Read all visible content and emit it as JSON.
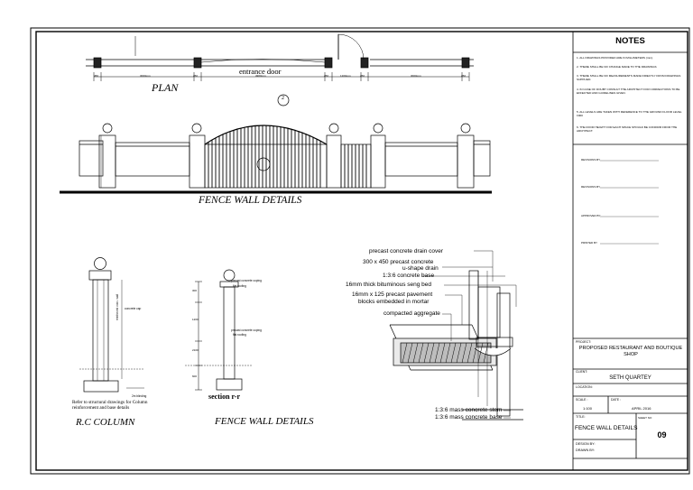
{
  "titles": {
    "plan": "PLAN",
    "entrance_door": "entrance door",
    "section_marker": "2",
    "fence_wall_details_elevation": "FENCE WALL DETAILS",
    "rc_column": "R.C COLUMN",
    "section_label": "section r-r",
    "fence_wall_details_section": "FENCE WALL DETAILS"
  },
  "plan_dimensions": [
    "450",
    "3000mm",
    "450",
    "4900mm",
    "450",
    "1200mm",
    "450",
    "3000mm",
    "450"
  ],
  "rc_column": {
    "note": "Refer to structural drawings for Column reinforcement and base details",
    "annotations": [
      "concrete cap",
      "reinforced conc. wall",
      "2m blinding"
    ]
  },
  "section": {
    "annotations": [
      "precast concrete coping",
      "flat roofing",
      "precast concrete coping",
      "flat roofing"
    ],
    "dimensions": [
      "300",
      "1200",
      "2100",
      "600"
    ]
  },
  "drain_callouts": [
    "precast concrete drain cover",
    "300 x 450 precast concrete",
    "u-shape drain",
    "1:3:6 concrete base",
    "16mm thick bituminous seng  bed",
    "16mm x 125 precast pavement",
    "blocks embedded in mortar",
    "compacted aggregate",
    "1:3:6 mass concrete stem",
    "1:3:6 mass concrete base"
  ],
  "notes": {
    "heading": "NOTES",
    "items": [
      "1. ALL DRAWINGS PROVIDED ARE IN MILLIMETERS (mm).",
      "2. THERE SHALL BE NO CHANGE MADE TO THE DRAWINGS",
      "3. THERE SHALL BE NO MEASUREMENTS MADE DIRECTLY FROM DRAWINGS SUPPLIED.",
      "4. IN CASE OF DOUBT CONSULT THE ARCHITECT FOR CORRECTIONS TO BE EFFECTED AND GUIDELINES GIVEN.",
      "5. ALL LEVELS ARE TAKEN WITH REFERENCE TO THE GROUND FLOOR LEVEL ±000",
      "6. THE DOOR HEIGHT FOR EACH SPACE SHOULD BE CONFIRM FROM THE ARCHITECT."
    ],
    "revisions": [
      "REVISIONS BY",
      "REVISIONS BY",
      "APPROVED BY",
      "PRINTED BY"
    ]
  },
  "title_block": {
    "project_label": "PROJECT:",
    "project_name": "PROPOSED RESTAURANT AND BOUTIQUE SHOP",
    "client_label": "CLIENT:",
    "client_name": "SETH QUARTEY",
    "location_label": "LOCATION:",
    "scale_label": "SCALE :",
    "scale_value": "1:100",
    "date_label": "DATE :",
    "date_value": "APRIL 2016",
    "title_label": "TITLE:",
    "title_value": "FENCE WALL DETAILS",
    "sheet_no_label": "SHEET NO",
    "sheet_no": "09",
    "design_by_label": "DESIGN BY:",
    "drawn_by_label": "DRAWN BY:"
  }
}
